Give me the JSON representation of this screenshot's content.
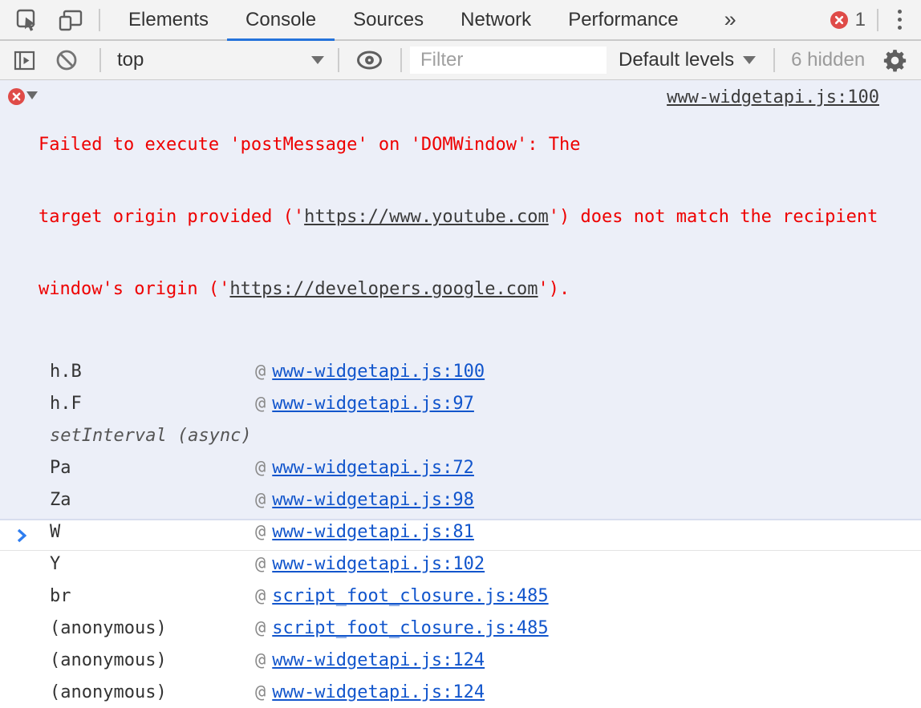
{
  "colors": {
    "accent": "#2573db",
    "link-blue": "#1155cc",
    "error-red": "#ee0000",
    "badge-red": "#df4b48",
    "message-bg": "#eceff8",
    "message-border": "#d8deee",
    "dark-link": "#3b3b3b",
    "prompt-blue": "#2e7df0",
    "icon-gray": "#5f5f5f"
  },
  "icons": {
    "inspect": "cursor-in-box",
    "device_toolbar": "phone-over-tablet",
    "console_sidebar": "panel-with-play-triangle",
    "clear_console": "no-entry-circle-slash",
    "live_expression": "eye",
    "settings": "gear",
    "menu": "three-dot-kebab",
    "error_badge": "red-circle-x",
    "dropdown": "triangle-down",
    "expand": "triangle-down",
    "prompt": "blue-chevron-right"
  },
  "tabbar": {
    "tabs": [
      {
        "label": "Elements"
      },
      {
        "label": "Console",
        "active": true
      },
      {
        "label": "Sources"
      },
      {
        "label": "Network"
      },
      {
        "label": "Performance"
      }
    ],
    "more_label": "»",
    "error_count": "1"
  },
  "toolbar": {
    "context_selected": "top",
    "filter_placeholder": "Filter",
    "levels_label": "Default levels",
    "hidden_label": "6 hidden"
  },
  "console": {
    "at_symbol": "@",
    "error": {
      "line1": "Failed to execute 'postMessage' on 'DOMWindow': The",
      "line2_pre": "target origin provided ('",
      "line2_link": "https://www.youtube.com",
      "line2_post": "') does not match the recipient",
      "line3_pre": "window's origin ('",
      "line3_link": "https://developers.google.com",
      "line3_post": "').",
      "source_link": "www-widgetapi.js:100"
    },
    "stack": [
      {
        "fn": "h.B",
        "at": "www-widgetapi.js:100"
      },
      {
        "fn": "h.F",
        "at": "www-widgetapi.js:97"
      },
      {
        "fn": "setInterval (async)",
        "async": true
      },
      {
        "fn": "Pa",
        "at": "www-widgetapi.js:72"
      },
      {
        "fn": "Za",
        "at": "www-widgetapi.js:98"
      },
      {
        "fn": "W",
        "at": "www-widgetapi.js:81"
      },
      {
        "fn": "Y",
        "at": "www-widgetapi.js:102"
      },
      {
        "fn": "br",
        "at": "script_foot_closure.js:485"
      },
      {
        "fn": "(anonymous)",
        "at": "script_foot_closure.js:485"
      },
      {
        "fn": "(anonymous)",
        "at": "www-widgetapi.js:124"
      },
      {
        "fn": "(anonymous)",
        "at": "www-widgetapi.js:124"
      }
    ]
  }
}
